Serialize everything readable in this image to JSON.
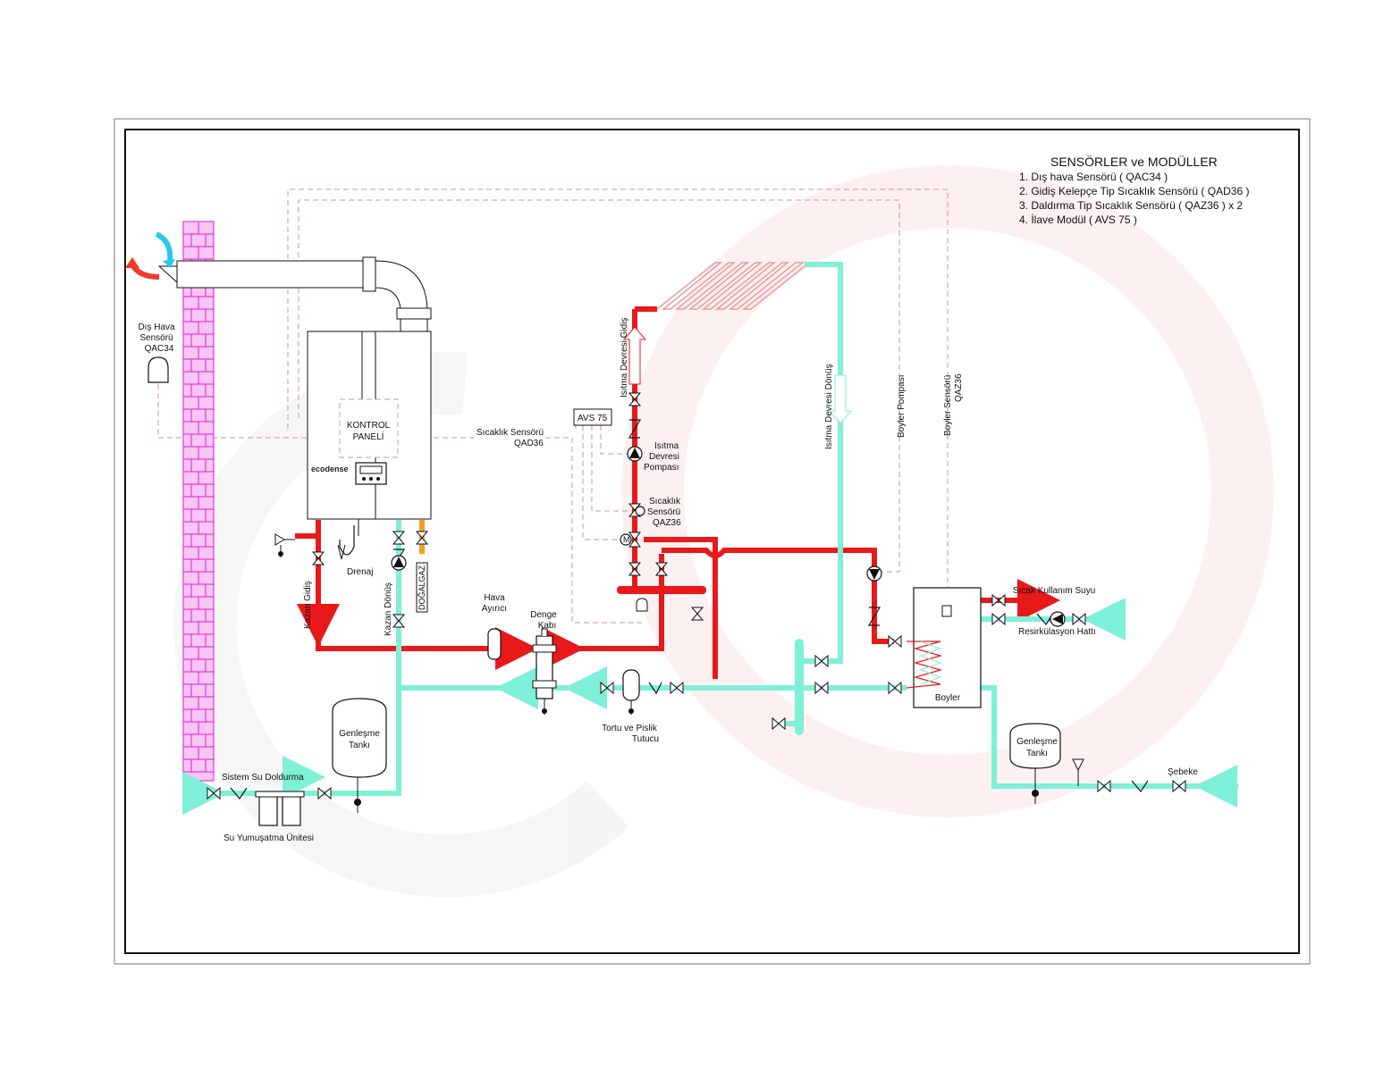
{
  "legend": {
    "title": "SENSÖRLER ve MODÜLLER",
    "items": [
      "1. Dış hava Sensörü ( QAC34 )",
      "2. Gidiş Kelepçe Tip Sıcaklık Sensörü ( QAD36 )",
      "3. Daldırma Tip Sıcaklık Sensörü ( QAZ36 ) x 2",
      "4. İlave Modül ( AVS 75 )"
    ]
  },
  "labels": {
    "outdoor_sensor": [
      "Dış Hava",
      "Sensörü",
      "QAC34"
    ],
    "control_panel": [
      "KONTROL",
      "PANELİ"
    ],
    "brand": "ecodense",
    "avs": "AVS 75",
    "flow_sensor": [
      "Sıcaklık Sensörü",
      "QAD36"
    ],
    "heating_pump": [
      "Isıtma",
      "Devresi",
      "Pompası"
    ],
    "immersion_sensor": [
      "Sıcaklık",
      "Sensörü",
      "QAZ36"
    ],
    "heating_flow": "Isıtma Devresi Gidiş",
    "heating_return": "Isıtma Devresi Dönüş",
    "boiler_pump": "Boyler Pompası",
    "boiler_sensor": [
      "Boyler Sensörü",
      "QAZ36"
    ],
    "drain": "Drenaj",
    "boiler_flow": "Kazan Gidiş",
    "boiler_return": "Kazan Dönüş",
    "gas": "DOĞALGAZ",
    "air_separator": [
      "Hava",
      "Ayırıcı"
    ],
    "balance_tank": [
      "Denge",
      "Kabı"
    ],
    "dirt_separator": [
      "Tortu ve Pislik",
      "Tutucu"
    ],
    "expansion_tank_left": [
      "Genleşme",
      "Tankı"
    ],
    "expansion_tank_right": [
      "Genleşme",
      "Tankı"
    ],
    "system_fill": "Sistem Su Doldurma",
    "softener": "Su Yumuşatma Ünitesi",
    "hot_water": "Sıcak Kullanım Suyu",
    "recirculation": "Resirkülasyon Hattı",
    "cylinder": "Boyler",
    "mains": "Şebeke"
  },
  "colors": {
    "hot": "#e8191b",
    "cold": "#7ef0d8",
    "signal": "#c99a88",
    "chimney": "#e01ad6",
    "watermark": "#fbe4e4"
  }
}
